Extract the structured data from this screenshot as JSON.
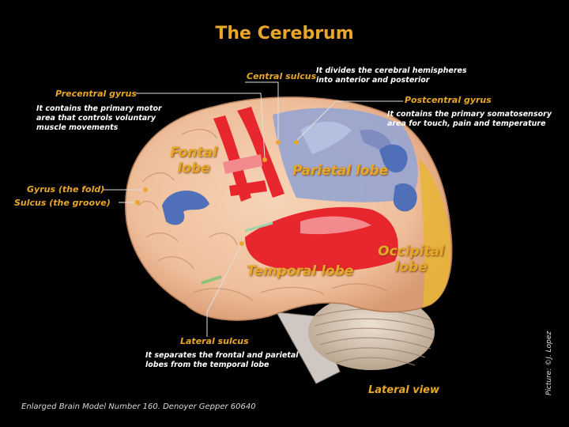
{
  "title": "The Cerebrum",
  "labels": {
    "central_sulcus": {
      "name": "Central sulcus",
      "desc": [
        "It  divides  the  cerebral  hemispheres",
        "into anterior and posterior"
      ]
    },
    "precentral_gyrus": {
      "name": "Precentral gyrus",
      "desc": [
        "It contains the primary motor",
        "area that controls voluntary",
        "muscle movements"
      ]
    },
    "postcentral_gyrus": {
      "name": "Postcentral gyrus",
      "desc": [
        "It contains the primary somatosensory",
        "area for touch, pain and temperature"
      ]
    },
    "gyrus": "Gyrus (the fold)",
    "sulcus": "Sulcus (the groove)",
    "lateral_sulcus": {
      "name": "Lateral sulcus",
      "desc": [
        "It separates the frontal and parietal",
        "lobes from the  temporal lobe"
      ]
    }
  },
  "lobes": {
    "frontal": [
      "Fontal",
      "lobe"
    ],
    "parietal": "Parietal lobe",
    "temporal": "Temporal lobe",
    "occipital": [
      "Occipital",
      "lobe"
    ]
  },
  "view": "Lateral view",
  "caption": "Enlarged Brain Model Number 160. Denoyer Gepper 60640",
  "credit": "Picture: ©J. Lopez",
  "colors": {
    "label": "#e8a72a",
    "background": "#000000",
    "brain_base": "#f2c7a6",
    "frontal_red": "#e8262e",
    "parietal_blue": "#9aa6cf",
    "accent_blue": "#4f6fb8",
    "occipital_yellow": "#e8b43a",
    "cerebellum": "#d8c9b8"
  }
}
